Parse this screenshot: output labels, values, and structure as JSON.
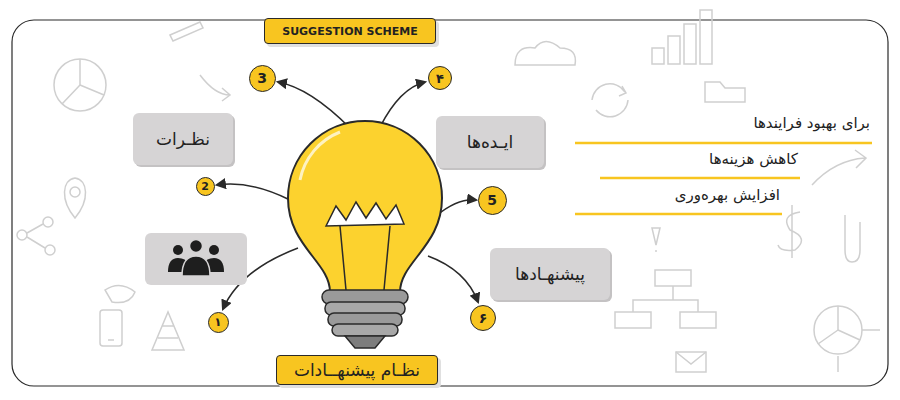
{
  "diagram": {
    "title": "SUGGESTION SCHEME",
    "caption": "نظـام پیشنهــادات",
    "nodes": [
      {
        "text": [
          "3"
        ]
      },
      {
        "text": [
          "۴"
        ]
      },
      {
        "text": [
          "نظـرات"
        ]
      },
      {
        "text": [
          "ایـده‌ها"
        ]
      },
      {
        "text": [
          "2"
        ]
      },
      {
        "text": [
          "5"
        ]
      },
      {
        "text": [
          "پیشنهـادها"
        ]
      },
      {
        "text": [
          "۱"
        ]
      },
      {
        "text": [
          "۶"
        ]
      }
    ],
    "labels": [
      "برای بهبود فرایندها",
      "کاهش هزینه‌ها",
      "افزایش بهره‌وری"
    ]
  }
}
